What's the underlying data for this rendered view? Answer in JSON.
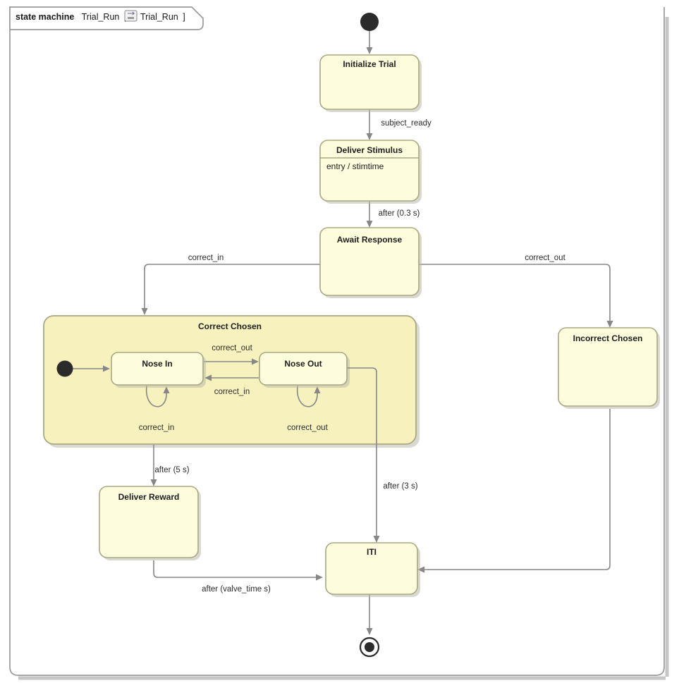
{
  "frame": {
    "keyword": "state machine",
    "name": "Trial_Run",
    "bracket_open": "[",
    "icon": "state-machine-icon",
    "ref_name": "Trial_Run",
    "bracket_close": "]",
    "border_color": "#9a9a9a",
    "background": "#ffffff"
  },
  "theme": {
    "state_fill": "#fdfcdc",
    "state_border": "#a8a882",
    "composite_fill": "#f7f2bd",
    "composite_border": "#a8a882",
    "edge_color": "#878787",
    "text_color": "#202020",
    "pseudostate_fill": "#2b2b2b"
  },
  "nodes": [
    {
      "id": "initial",
      "kind": "initial-pseudostate",
      "label": ""
    },
    {
      "id": "initialize_trial",
      "kind": "state",
      "label": "Initialize Trial"
    },
    {
      "id": "deliver_stimulus",
      "kind": "state",
      "label": "Deliver Stimulus",
      "body": "entry / stimtime"
    },
    {
      "id": "await_response",
      "kind": "state",
      "label": "Await Response"
    },
    {
      "id": "correct_chosen",
      "kind": "composite-state",
      "label": "Correct Chosen"
    },
    {
      "id": "correct_chosen_initial",
      "kind": "initial-pseudostate",
      "label": ""
    },
    {
      "id": "nose_in",
      "kind": "state",
      "label": "Nose In"
    },
    {
      "id": "nose_out",
      "kind": "state",
      "label": "Nose Out"
    },
    {
      "id": "incorrect_chosen",
      "kind": "state",
      "label": "Incorrect Chosen"
    },
    {
      "id": "deliver_reward",
      "kind": "state",
      "label": "Deliver Reward"
    },
    {
      "id": "iti",
      "kind": "state",
      "label": "ITI"
    },
    {
      "id": "final",
      "kind": "final-state",
      "label": ""
    }
  ],
  "transitions": [
    {
      "id": "t1",
      "from": "initial",
      "to": "initialize_trial",
      "label": ""
    },
    {
      "id": "t2",
      "from": "initialize_trial",
      "to": "deliver_stimulus",
      "label": "subject_ready"
    },
    {
      "id": "t3",
      "from": "deliver_stimulus",
      "to": "await_response",
      "label": "after (0.3 s)"
    },
    {
      "id": "t4",
      "from": "await_response",
      "to": "correct_chosen",
      "label": "correct_in"
    },
    {
      "id": "t5",
      "from": "await_response",
      "to": "incorrect_chosen",
      "label": "correct_out"
    },
    {
      "id": "t6",
      "from": "correct_chosen_initial",
      "to": "nose_in",
      "label": ""
    },
    {
      "id": "t7",
      "from": "nose_in",
      "to": "nose_out",
      "label": "correct_out"
    },
    {
      "id": "t8",
      "from": "nose_out",
      "to": "nose_in",
      "label": "correct_in"
    },
    {
      "id": "t9",
      "from": "nose_in",
      "to": "nose_in",
      "label": "correct_in"
    },
    {
      "id": "t10",
      "from": "nose_out",
      "to": "nose_out",
      "label": "correct_out"
    },
    {
      "id": "t11",
      "from": "correct_chosen",
      "to": "deliver_reward",
      "label": "after (5 s)"
    },
    {
      "id": "t12",
      "from": "nose_out",
      "to": "iti",
      "label": "after (3 s)"
    },
    {
      "id": "t13",
      "from": "deliver_reward",
      "to": "iti",
      "label": "after (valve_time s)"
    },
    {
      "id": "t14",
      "from": "incorrect_chosen",
      "to": "iti",
      "label": ""
    },
    {
      "id": "t15",
      "from": "iti",
      "to": "final",
      "label": ""
    }
  ],
  "labels": {
    "subject_ready": "subject_ready",
    "after_03s": "after (0.3 s)",
    "correct_in": "correct_in",
    "correct_out": "correct_out",
    "correct_in_2": "correct_in",
    "correct_out_2": "correct_out",
    "correct_in_loop": "correct_in",
    "correct_out_loop": "correct_out",
    "after_5s": "after (5 s)",
    "after_3s": "after (3 s)",
    "after_valve_time": "after (valve_time s)"
  }
}
